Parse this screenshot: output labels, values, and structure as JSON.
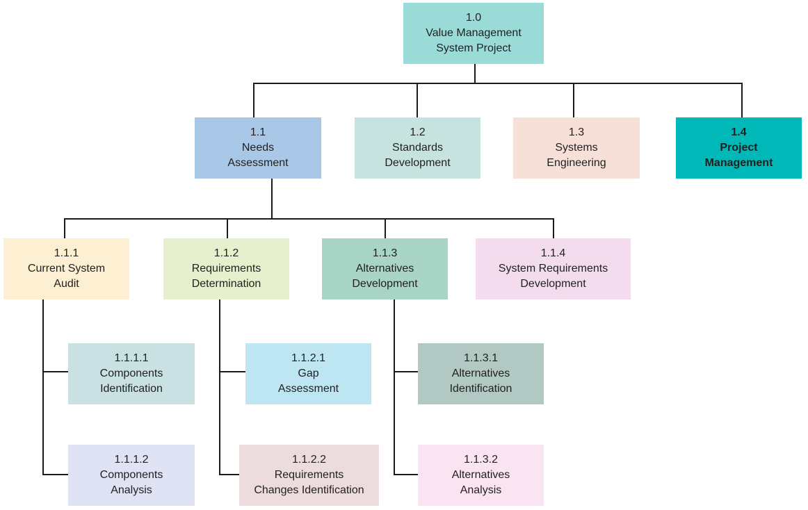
{
  "colors": {
    "line": "#1a1a1a",
    "root": "#9adbd7",
    "needs": "#a9c8e8",
    "standards": "#c6e3df",
    "systems": "#f7e0d8",
    "project": "#00b8b8",
    "audit": "#fdf0d2",
    "requirements": "#e7f0cc",
    "alternatives": "#a8d5c6",
    "sysreq": "#f4dcef",
    "comp_id": "#c9e1e3",
    "comp_an": "#dfe3f4",
    "gap": "#bde6f2",
    "req_changes": "#ecdcdd",
    "alt_id": "#b1c8c3",
    "alt_an": "#fbe4f1"
  },
  "nodes": {
    "n1_0": {
      "lines": [
        "1.0",
        "Value Management",
        "System Project"
      ]
    },
    "n1_1": {
      "lines": [
        "1.1",
        "Needs",
        "Assessment"
      ]
    },
    "n1_2": {
      "lines": [
        "1.2",
        "Standards",
        "Development"
      ]
    },
    "n1_3": {
      "lines": [
        "1.3",
        "Systems",
        "Engineering"
      ]
    },
    "n1_4": {
      "lines": [
        "1.4",
        "Project",
        "Management"
      ]
    },
    "n1_1_1": {
      "lines": [
        "1.1.1",
        "Current System",
        "Audit"
      ]
    },
    "n1_1_2": {
      "lines": [
        "1.1.2",
        "Requirements",
        "Determination"
      ]
    },
    "n1_1_3": {
      "lines": [
        "1.1.3",
        "Alternatives",
        "Development"
      ]
    },
    "n1_1_4": {
      "lines": [
        "1.1.4",
        "System Requirements",
        "Development"
      ]
    },
    "n1_1_1_1": {
      "lines": [
        "1.1.1.1",
        "Components",
        "Identification"
      ]
    },
    "n1_1_1_2": {
      "lines": [
        "1.1.1.2",
        "Components",
        "Analysis"
      ]
    },
    "n1_1_2_1": {
      "lines": [
        "1.1.2.1",
        "Gap",
        "Assessment"
      ]
    },
    "n1_1_2_2": {
      "lines": [
        "1.1.2.2",
        "Requirements",
        "Changes Identification"
      ]
    },
    "n1_1_3_1": {
      "lines": [
        "1.1.3.1",
        "Alternatives",
        "Identification"
      ]
    },
    "n1_1_3_2": {
      "lines": [
        "1.1.3.2",
        "Alternatives",
        "Analysis"
      ]
    }
  }
}
